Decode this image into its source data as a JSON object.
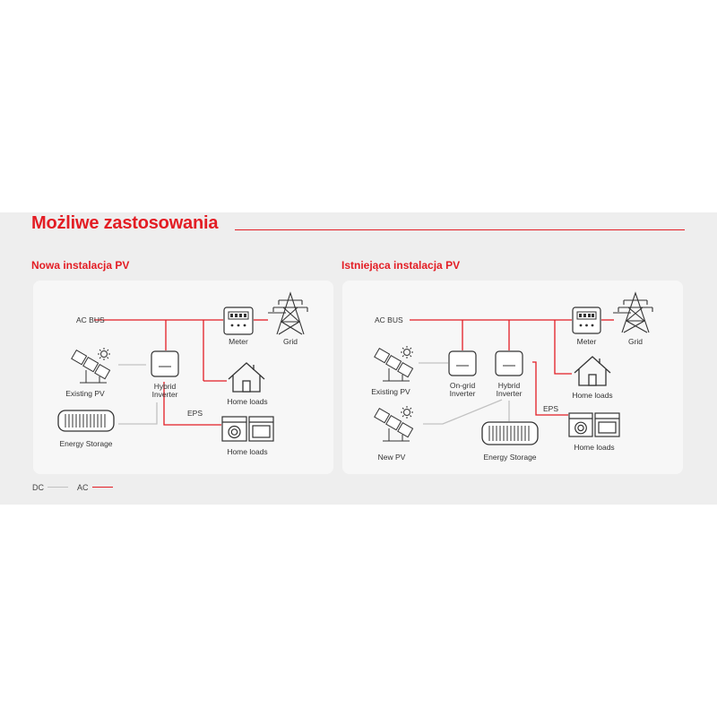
{
  "title": "Możliwe zastosowania",
  "colors": {
    "accent": "#e31d24",
    "ac_line": "#e31d24",
    "dc_line": "#c2c2c2",
    "icon": "#333333",
    "panel": "#f7f7f7",
    "band": "#eeeeee"
  },
  "left": {
    "title": "Nowa instalacja PV",
    "ac_bus": "AC BUS",
    "meter": "Meter",
    "grid": "Grid",
    "existing_pv": "Existing PV",
    "hybrid_l1": "Hybrid",
    "hybrid_l2": "Inverter",
    "home_loads": "Home loads",
    "eps": "EPS",
    "eps_loads": "Home loads",
    "storage": "Energy Storage"
  },
  "right": {
    "title": "Istniejąca instalacja PV",
    "ac_bus": "AC BUS",
    "meter": "Meter",
    "grid": "Grid",
    "existing_pv": "Existing PV",
    "ongrid_l1": "On-grid",
    "ongrid_l2": "Inverter",
    "hybrid_l1": "Hybrid",
    "hybrid_l2": "Inverter",
    "home_loads": "Home loads",
    "eps": "EPS",
    "eps_loads": "Home loads",
    "new_pv": "New PV",
    "storage": "Energy Storage"
  },
  "legend": {
    "dc": "DC",
    "ac": "AC"
  },
  "icons": [
    "solar-panel-icon",
    "sun-icon",
    "inverter-icon",
    "meter-icon",
    "pylon-icon",
    "house-icon",
    "washing-machine-icon",
    "oven-icon",
    "battery-icon"
  ]
}
